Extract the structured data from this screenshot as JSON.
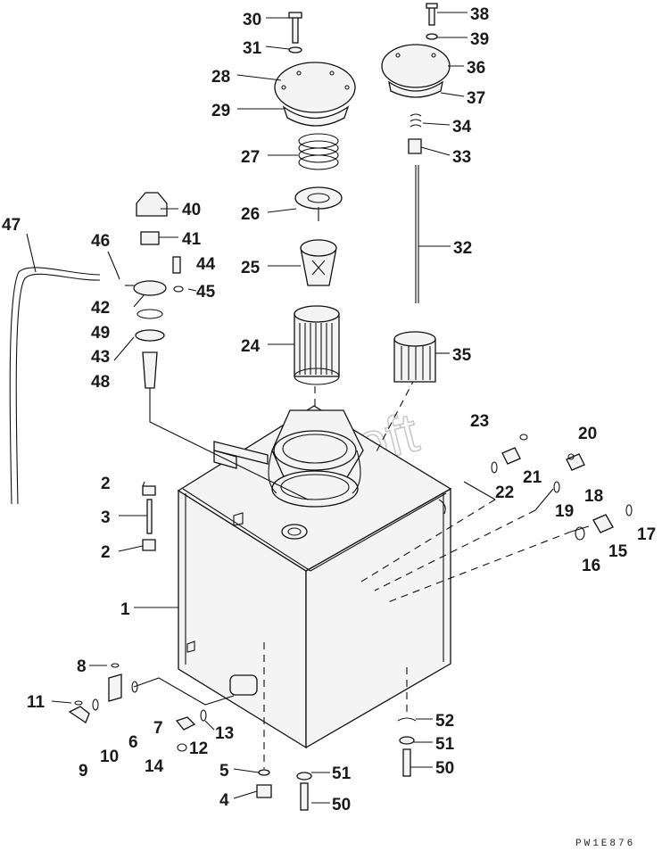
{
  "diagram": {
    "watermark": "AutoSoft",
    "drawing_code": "PW1E876",
    "callouts": [
      {
        "id": "c30",
        "label": "30"
      },
      {
        "id": "c31",
        "label": "31"
      },
      {
        "id": "c28",
        "label": "28"
      },
      {
        "id": "c29",
        "label": "29"
      },
      {
        "id": "c27",
        "label": "27"
      },
      {
        "id": "c26",
        "label": "26"
      },
      {
        "id": "c25",
        "label": "25"
      },
      {
        "id": "c24",
        "label": "24"
      },
      {
        "id": "c38",
        "label": "38"
      },
      {
        "id": "c39",
        "label": "39"
      },
      {
        "id": "c36",
        "label": "36"
      },
      {
        "id": "c37",
        "label": "37"
      },
      {
        "id": "c34",
        "label": "34"
      },
      {
        "id": "c33",
        "label": "33"
      },
      {
        "id": "c32",
        "label": "32"
      },
      {
        "id": "c35",
        "label": "35"
      },
      {
        "id": "c47",
        "label": "47"
      },
      {
        "id": "c46",
        "label": "46"
      },
      {
        "id": "c40",
        "label": "40"
      },
      {
        "id": "c41",
        "label": "41"
      },
      {
        "id": "c44",
        "label": "44"
      },
      {
        "id": "c45",
        "label": "45"
      },
      {
        "id": "c42",
        "label": "42"
      },
      {
        "id": "c49",
        "label": "49"
      },
      {
        "id": "c43",
        "label": "43"
      },
      {
        "id": "c48",
        "label": "48"
      },
      {
        "id": "c23",
        "label": "23"
      },
      {
        "id": "c20",
        "label": "20"
      },
      {
        "id": "c21",
        "label": "21"
      },
      {
        "id": "c22",
        "label": "22"
      },
      {
        "id": "c18",
        "label": "18"
      },
      {
        "id": "c19",
        "label": "19"
      },
      {
        "id": "c17",
        "label": "17"
      },
      {
        "id": "c15",
        "label": "15"
      },
      {
        "id": "c16",
        "label": "16"
      },
      {
        "id": "c2a",
        "label": "2"
      },
      {
        "id": "c3",
        "label": "3"
      },
      {
        "id": "c2b",
        "label": "2"
      },
      {
        "id": "c1",
        "label": "1"
      },
      {
        "id": "c8",
        "label": "8"
      },
      {
        "id": "c11",
        "label": "11"
      },
      {
        "id": "c7",
        "label": "7"
      },
      {
        "id": "c6",
        "label": "6"
      },
      {
        "id": "c10",
        "label": "10"
      },
      {
        "id": "c9",
        "label": "9"
      },
      {
        "id": "c13",
        "label": "13"
      },
      {
        "id": "c12",
        "label": "12"
      },
      {
        "id": "c14",
        "label": "14"
      },
      {
        "id": "c5",
        "label": "5"
      },
      {
        "id": "c4",
        "label": "4"
      },
      {
        "id": "c51a",
        "label": "51"
      },
      {
        "id": "c50a",
        "label": "50"
      },
      {
        "id": "c52",
        "label": "52"
      },
      {
        "id": "c51b",
        "label": "51"
      },
      {
        "id": "c50b",
        "label": "50"
      }
    ]
  }
}
